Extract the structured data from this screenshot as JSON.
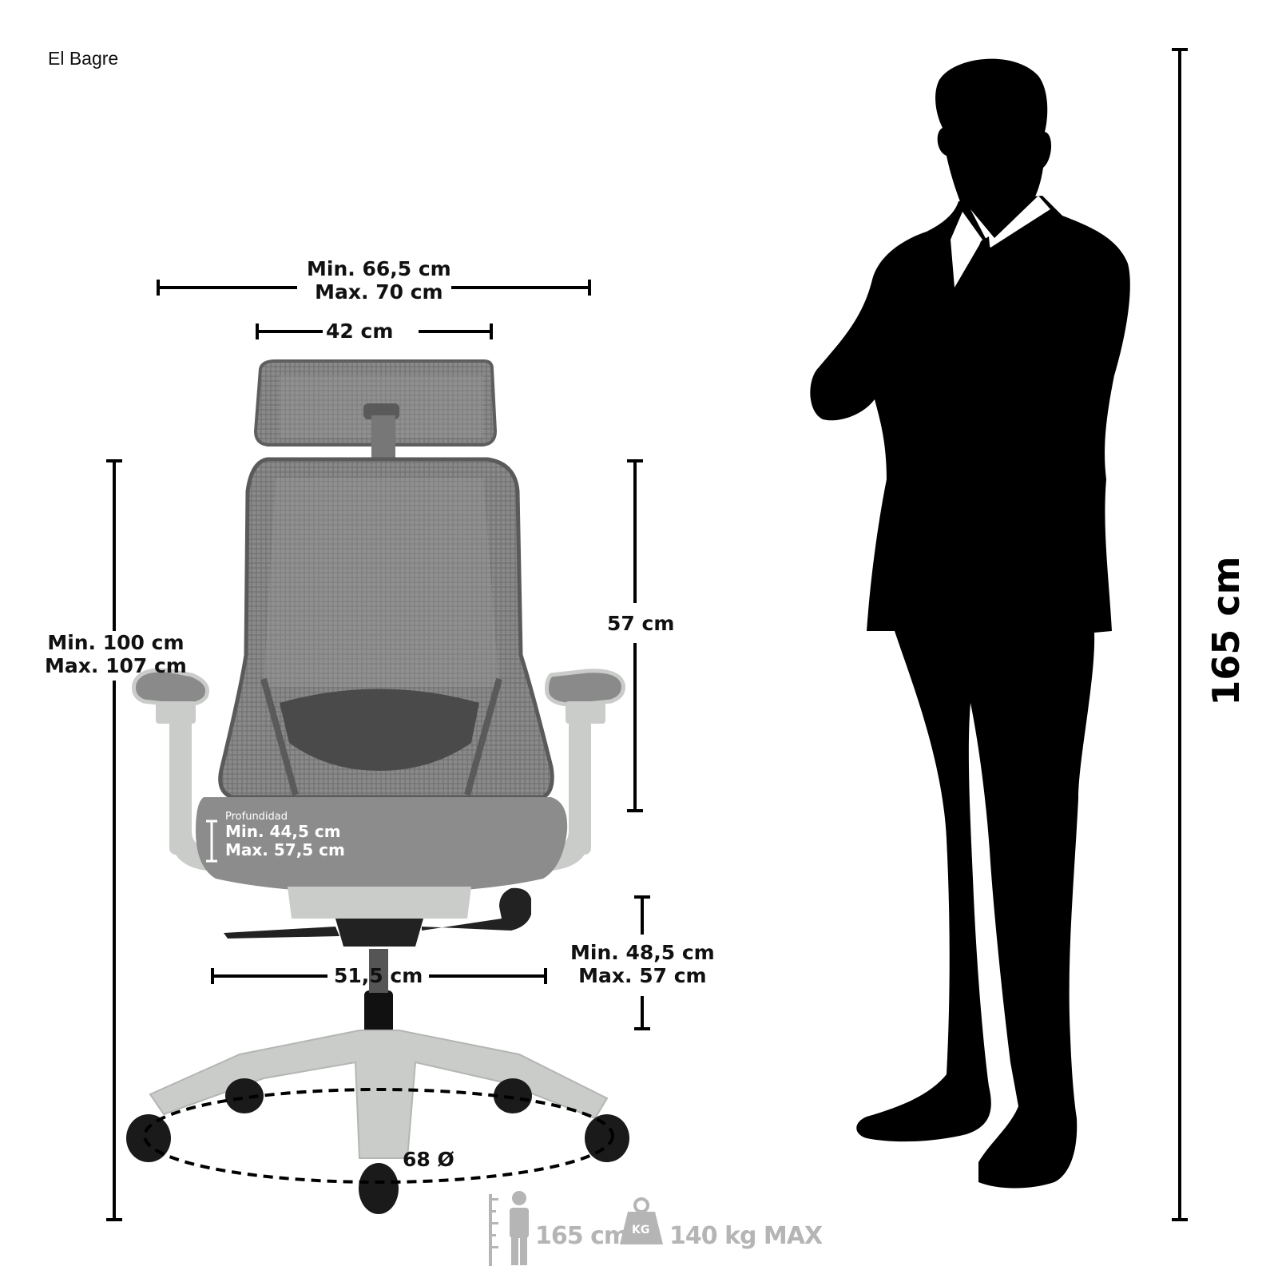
{
  "brand": "El Bagre",
  "dimensions": {
    "total_width": {
      "min": "Min. 66,5 cm",
      "max": "Max. 70 cm"
    },
    "backrest_width": "42 cm",
    "backrest_height": "57 cm",
    "total_height": {
      "min": "Min. 100 cm",
      "max": "Max. 107 cm"
    },
    "seat_depth": {
      "title": "Profundidad",
      "min": "Min. 44,5 cm",
      "max": "Max. 57,5 cm"
    },
    "seat_width": "51,5 cm",
    "seat_height": {
      "min": "Min. 48,5 cm",
      "max": "Max. 57 cm"
    },
    "base_diameter": "68 Ø",
    "person_height": "165 cm"
  },
  "badges": {
    "height": "165 cm",
    "weight_icon_text": "KG",
    "weight": "140 kg MAX"
  },
  "colors": {
    "mesh": "#7d7d7d",
    "seat": "#8c8c8c",
    "frame": "#c9ccc9",
    "silhouette": "#000000",
    "badge": "#b5b5b5"
  }
}
